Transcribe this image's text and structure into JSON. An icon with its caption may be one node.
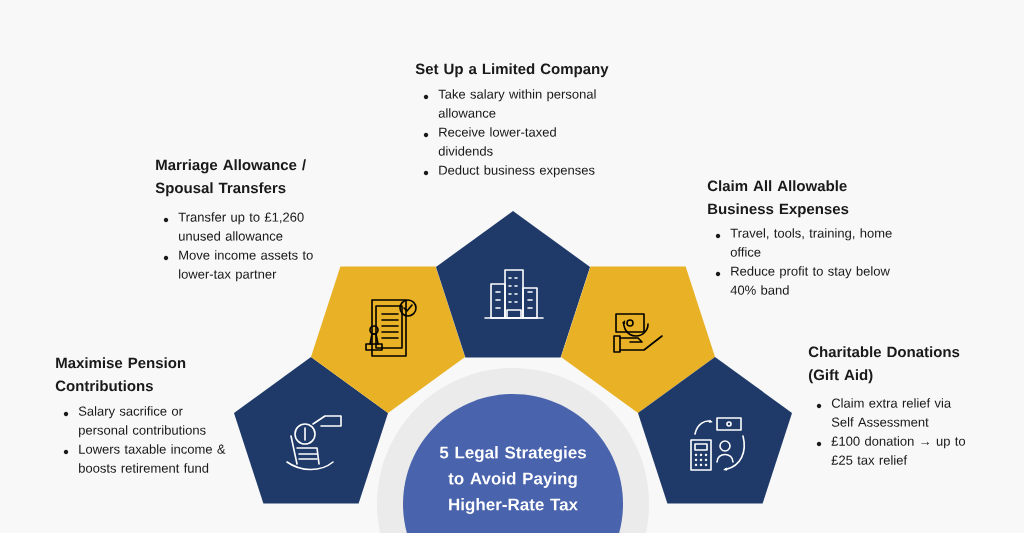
{
  "diagram": {
    "nodes": [
      {
        "text": [],
        "shape": "pentagon",
        "beside": [
          "Maximise Pension Contributions",
          "Salary sacrifice or personal contributions",
          "Lowers taxable income & boosts retirement fund"
        ]
      },
      {
        "text": [],
        "shape": "pentagon",
        "beside": [
          "Marriage Allowance / Spousal Transfers",
          "Transfer up to £1,260 unused allowance",
          "Move income assets to lower-tax partner"
        ]
      },
      {
        "text": [],
        "shape": "pentagon",
        "beside": [
          "Set Up a Limited Company",
          "Take salary within personal allowance",
          "Receive lower-taxed dividends",
          "Deduct business expenses"
        ]
      },
      {
        "text": [],
        "shape": "pentagon",
        "beside": [
          "Claim All Allowable Business Expenses",
          "Travel, tools, training, home office",
          "Reduce profit to stay below 40% band"
        ]
      },
      {
        "text": [],
        "shape": "pentagon",
        "beside": [
          "Charitable Donations (Gift Aid)",
          "Claim extra relief via Self Assessment",
          "£100 donation → up to £25 tax relief"
        ]
      },
      {
        "text": [
          "5 Legal Strategies to Avoid Paying Higher-Rate Tax"
        ]
      }
    ]
  }
}
